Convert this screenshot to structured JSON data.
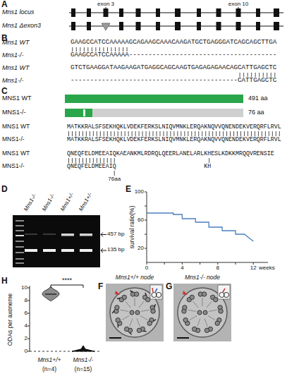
{
  "diagram": {
    "labels": [
      "A",
      "exon 3",
      "exon 10",
      "Mns1 locus",
      "Mns1 Δexon3",
      "B",
      "Mns1 WT",
      "GAAGCCATCCAAAAAGCAGAAGCAAACAAGATGCTGAGGGATCAGCAGCTTGA",
      "Mns1-/-",
      "GAAGCCATCCAAAAA--------------------------------------",
      "Mns1 WT",
      "GTCTGAAGGATAAGAAGATGAGGCAGCAAGTGAGAGAGAACAGCATTGAGCTC",
      "Mns1-/-",
      "-------------------------------------------CATTGAGCTC",
      "C",
      "MNS1 WT",
      "491 aa",
      "MNS1-/-",
      "76 aa",
      "MNS1 WT",
      "MATKKRALSFSEKHQKLVDEKFERKSLNIQVMNKLERQAKNQVVQNENDEKVERQRFLRVL",
      "MNS1-/-",
      "MATKKRALSFSEKHQKLVDEKFERKSLNIQVMNKLERQAKNQVVQNENDEKVERQRFLRVL",
      "MNS1 WT",
      "QNEQFELDMEEAIQKAEANKMLRDRQLQEERLANELARLKHESLKDKKMRQQVRENSIE",
      "MNS1-/-",
      "QNEQFELDMEEAIQ",
      "KH",
      "76aa",
      "D",
      "Mns1-/-",
      "Mns1-/-",
      "Mns1+/-",
      "Mns1+/-",
      "457 bp",
      "135 bp",
      "E",
      "100",
      "60",
      "20",
      "0",
      "4",
      "8",
      "12",
      "weeks",
      "survival ratio(%)",
      "F",
      "G",
      "Mns1+/+ node",
      "Mns1-/- node",
      "H",
      "10",
      "8",
      "6",
      "4",
      "2",
      "0",
      "ODAs per axoneme",
      "****",
      "Mns1+/+",
      "(n=4)",
      "Mns1-/-",
      "(n=15)"
    ]
  }
}
